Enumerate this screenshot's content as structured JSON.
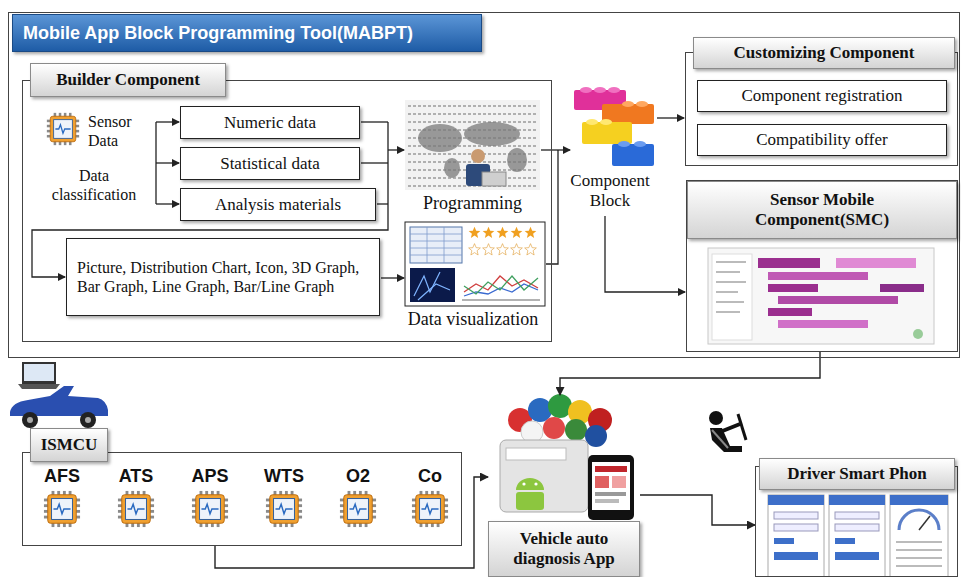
{
  "diagram": {
    "nodes": [
      {
        "text": [
          "Mobile App Block Programming Tool(MABPT)"
        ]
      },
      {
        "text": [
          "Builder Component"
        ],
        "in": 0
      },
      {
        "text": [
          "Numeric data"
        ],
        "in": 1
      },
      {
        "text": [
          "Statistical data"
        ],
        "in": 1
      },
      {
        "text": [
          "Analysis materials"
        ],
        "in": 1
      },
      {
        "text": [
          "Picture, Distribution Chart, Icon, 3D Graph, Bar Graph, Line Graph, Bar/Line Graph"
        ],
        "in": 1
      },
      {
        "text": [
          "Customizing Component"
        ],
        "in": 0
      },
      {
        "text": [
          "Component registration"
        ],
        "in": 6
      },
      {
        "text": [
          "Compatibility offer"
        ],
        "in": 6
      },
      {
        "text": [
          "Sensor Mobile Component(SMC)"
        ],
        "in": 0
      },
      {
        "text": [
          "ISMCU"
        ]
      },
      {
        "text": [
          "Vehicle auto diagnosis App"
        ]
      },
      {
        "text": [
          "Driver Smart Phon"
        ]
      }
    ],
    "edges": [
      {
        "from": 9,
        "to": 11,
        "arrow": "to"
      },
      {
        "from": 10,
        "to": 11,
        "arrow": "to"
      },
      {
        "from": 11,
        "to": 12,
        "arrow": "to"
      }
    ],
    "labels": [
      "Sensor Data",
      "Data classification",
      "Programming",
      "Data visualization",
      "Component Block",
      "AFS",
      "ATS",
      "APS",
      "WTS",
      "O2",
      "Co"
    ]
  }
}
